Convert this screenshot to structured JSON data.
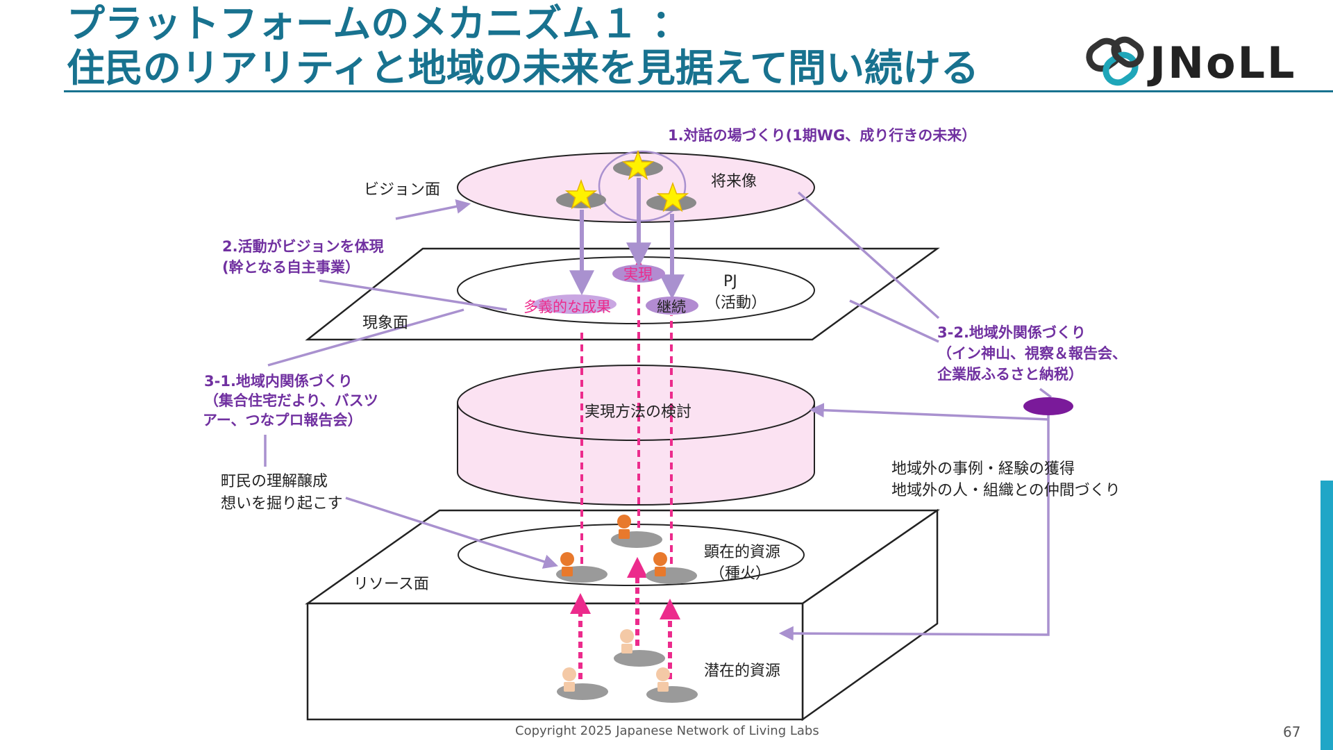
{
  "header": {
    "title_line1": "プラットフォームのメカニズム１ ：",
    "title_line2": "住民のリアリティと地域の未来を見据えて問い続ける",
    "logo_text": "JNoLL"
  },
  "diagram": {
    "planes": {
      "vision": "ビジョン面",
      "phenomenon": "現象面",
      "resource": "リソース面"
    },
    "vision_layer": {
      "future": "将来像"
    },
    "activity_layer": {
      "pj_line1": "PJ",
      "pj_line2": "（活動）",
      "realize": "実現",
      "outcomes": "多義的な成果",
      "continue": "継続"
    },
    "method_layer": {
      "label": "実現方法の検討"
    },
    "resource_layer": {
      "manifest_line1": "顕在的資源",
      "manifest_line2": "（種火）",
      "latent": "潜在的資源"
    },
    "callouts": {
      "c1": "1.対話の場づくり(1期WG、成り行きの未来）",
      "c2_line1": "2.活動がビジョンを体現",
      "c2_line2": "(幹となる自主事業）",
      "c31_line1": "3-1.地域内関係づくり",
      "c31_line2": "（集合住宅だより、バスツ",
      "c31_line3": "アー、つなプロ報告会）",
      "c32_line1": "3-2.地域外関係づくり",
      "c32_line2": "（イン神山、視察＆報告会、",
      "c32_line3": "企業版ふるさと納税）"
    },
    "notes": {
      "town_line1": "町民の理解醸成",
      "town_line2": "想いを掘り起こす",
      "outside_line1": "地域外の事例・経験の獲得",
      "outside_line2": "地域外の人・組織との仲間づくり"
    }
  },
  "colors": {
    "title": "#18728f",
    "callout": "#7030a0",
    "arrow": "#a991cf",
    "pink_fill": "#fbe2f2",
    "dashed": "#ec2b8c",
    "person_dark": "#e8792c",
    "person_light": "#f4c9a6",
    "accent_bar": "#1fa6c7"
  },
  "footer": {
    "copyright": "Copyright 2025  Japanese Network of Living Labs",
    "page": "67"
  }
}
